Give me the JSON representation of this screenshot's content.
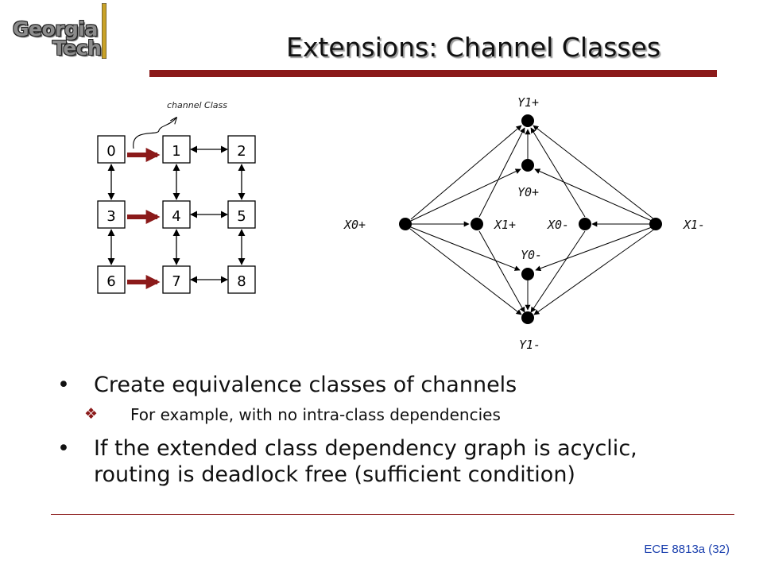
{
  "logo": {
    "line1": "Georgia",
    "line2": "Tech"
  },
  "title": "Extensions: Channel Classes",
  "mesh": {
    "annotation": "channel Class",
    "nodes": [
      "0",
      "1",
      "2",
      "3",
      "4",
      "5",
      "6",
      "7",
      "8"
    ]
  },
  "graph": {
    "labels": {
      "y1p": "Y1+",
      "y0p": "Y0+",
      "x0p": "X0+",
      "x1p": "X1+",
      "x0m": "X0-",
      "x1m": "X1-",
      "y0m": "Y0-",
      "y1m": "Y1-"
    }
  },
  "bullets": [
    {
      "text": "Create equivalence classes of channels"
    },
    {
      "text": "For example, with no intra-class dependencies",
      "level": 2
    },
    {
      "text": "If the extended class dependency graph is acyclic, routing is deadlock free (sufficient condition)"
    }
  ],
  "footer": "ECE 8813a  (32)",
  "colors": {
    "accent": "#8b1a1a",
    "footer": "#1a3fae",
    "logo_gold": "#c9a227"
  }
}
